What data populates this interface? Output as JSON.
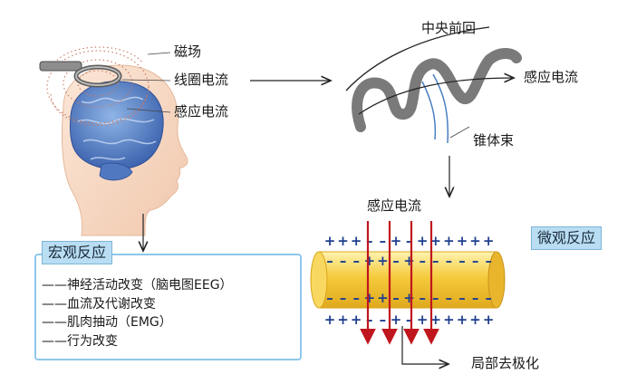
{
  "head_labels": {
    "magnetic_field": "磁场",
    "coil_current": "线圈电流",
    "induced_current": "感应电流"
  },
  "cortex_labels": {
    "precentral_gyrus": "中央前回",
    "induced_current": "感应电流",
    "pyramidal_tract": "锥体束"
  },
  "axon_labels": {
    "induced_current": "感应电流",
    "local_depolarization": "局部去极化"
  },
  "macro": {
    "title": "宏观反应",
    "items": [
      "——神经活动改变（脑电图EEG）",
      "——血流及代谢改变",
      "——肌肉抽动（EMG）",
      "——行为改变"
    ]
  },
  "micro": {
    "title": "微观反应"
  },
  "charges": {
    "positive": "+",
    "negative": "–"
  },
  "colors": {
    "tag_bg": "#b9ddf2",
    "box_border": "#8fc7ea",
    "charge": "#1f3f8f",
    "current_arrow": "#c0161e",
    "axon_fill": "#f5cb3c"
  }
}
